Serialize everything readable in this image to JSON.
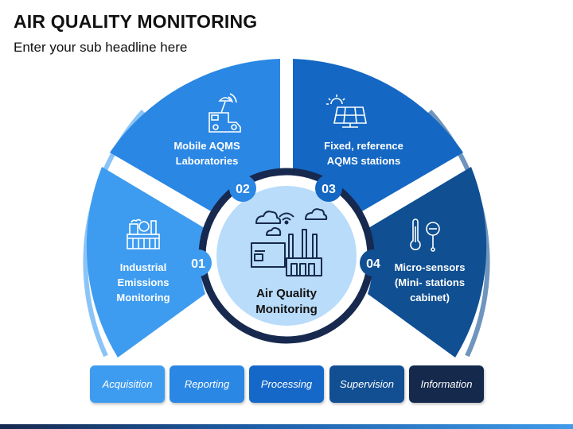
{
  "slide": {
    "title": "AIR QUALITY MONITORING",
    "subtitle": "Enter your sub headline here"
  },
  "center": {
    "label_line1": "Air Quality",
    "label_line2": "Monitoring",
    "icon": "factory-pollution-icon"
  },
  "segments": [
    {
      "number": "01",
      "lines": [
        "Industrial",
        "Emissions",
        "Monitoring"
      ],
      "icon": "industrial-plant-icon",
      "color": "#3e9cf0"
    },
    {
      "number": "02",
      "lines": [
        "Mobile AQMS",
        "Laboratories"
      ],
      "icon": "mobile-lab-van-icon",
      "color": "#2a87e4"
    },
    {
      "number": "03",
      "lines": [
        "Fixed, reference",
        "AQMS stations"
      ],
      "icon": "solar-panel-station-icon",
      "color": "#1467c3"
    },
    {
      "number": "04",
      "lines": [
        "Micro-sensors",
        "(Mini- stations",
        "cabinet)"
      ],
      "icon": "micro-sensor-thermometer-icon",
      "color": "#0f4f92"
    }
  ],
  "tags": [
    {
      "label": "Acquisition",
      "color": "#3e9cf0"
    },
    {
      "label": "Reporting",
      "color": "#2a87e4"
    },
    {
      "label": "Processing",
      "color": "#1668c8"
    },
    {
      "label": "Supervision",
      "color": "#124f92"
    },
    {
      "label": "Information",
      "color": "#14294c"
    }
  ],
  "colors": {
    "ring_dark": "#17294f",
    "center_fill": "#b8dcfa",
    "text_dark": "#111111"
  }
}
